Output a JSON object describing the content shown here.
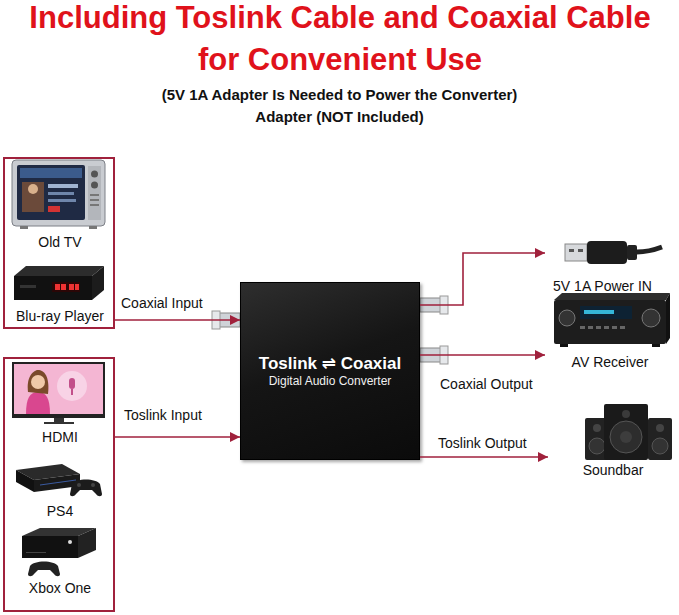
{
  "diagram": {
    "title": "Including Toslink Cable and Coaxial Cable for Convenient Use",
    "nodes": [
      {
        "text": []
      },
      {
        "text": [
          "Old TV"
        ],
        "in": 0
      },
      {
        "text": [
          "Blu-ray Player"
        ],
        "in": 0
      },
      {
        "text": []
      },
      {
        "text": [
          "HDMI"
        ],
        "in": 3
      },
      {
        "text": [
          "PS4"
        ],
        "in": 3
      },
      {
        "text": [
          "Xbox One"
        ],
        "in": 3
      },
      {
        "text": [
          "Toslink ⇌ Coaxial",
          "Digital Audio Converter"
        ]
      },
      {
        "text": [
          "5V 1A Power IN"
        ]
      },
      {
        "text": [
          "AV Receiver"
        ]
      },
      {
        "text": [
          "Soundbar"
        ]
      }
    ],
    "edges": [
      {
        "from": 0,
        "to": 7,
        "arrow": "to",
        "label": "Coaxial Input"
      },
      {
        "from": 3,
        "to": 7,
        "arrow": "to",
        "label": "Toslink Input"
      },
      {
        "from": 7,
        "to": 8,
        "arrow": "to"
      },
      {
        "from": 7,
        "to": 9,
        "arrow": "to",
        "label": "Coaxial Output"
      },
      {
        "from": 7,
        "to": 10,
        "arrow": "to",
        "label": "Toslink Output"
      }
    ],
    "labels": [
      "(5V 1A Adapter Is Needed to Power the Converter)",
      "Adapter (NOT Included)"
    ]
  }
}
